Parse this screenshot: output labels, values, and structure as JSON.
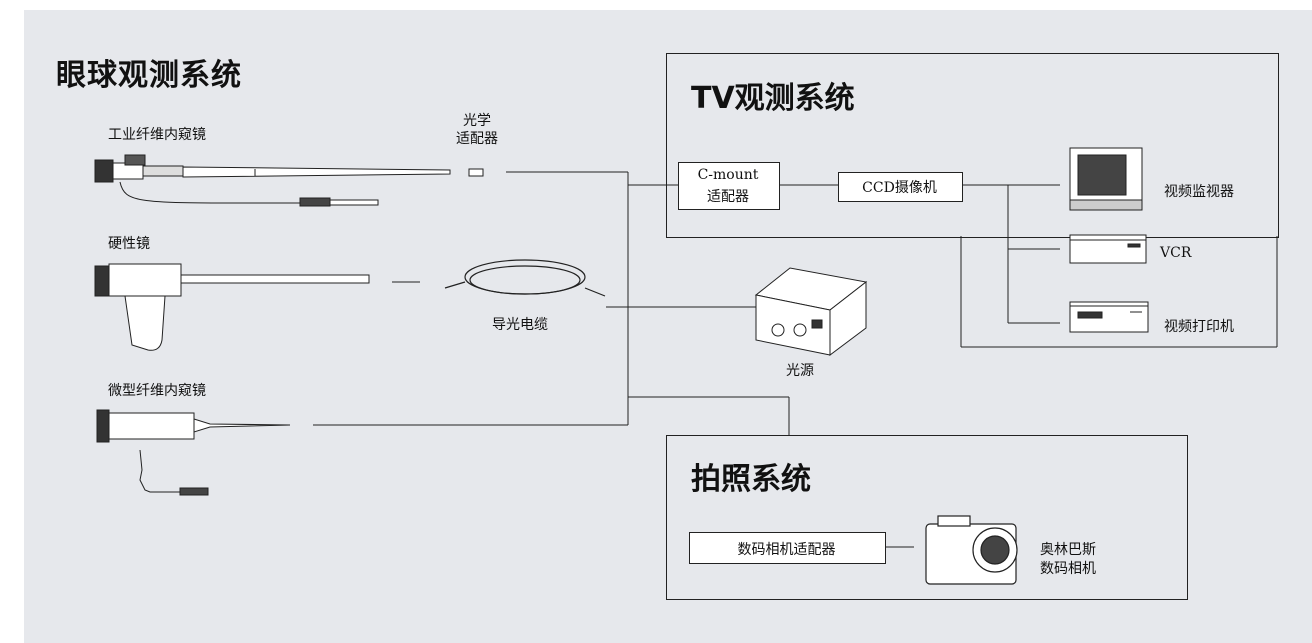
{
  "titles": {
    "main": "眼球观测系统",
    "tv": "TV观测系统",
    "photo": "拍照系统"
  },
  "labels": {
    "industrial_fiberscope": "工业纤维内窥镜",
    "optical_adapter_1": "光学",
    "optical_adapter_2": "适配器",
    "rigid_scope": "硬性镜",
    "light_guide": "导光电缆",
    "micro_fiberscope": "微型纤维内窥镜",
    "light_source": "光源",
    "cmount_1": "C-mount",
    "cmount_2": "适配器",
    "ccd_camera": "CCD摄像机",
    "video_monitor": "视频监视器",
    "vcr": "VCR",
    "video_printer": "视频打印机",
    "camera_adapter": "数码相机适配器",
    "olympus_camera_1": "奥林巴斯",
    "olympus_camera_2": "数码相机"
  },
  "colors": {
    "panel_bg": "#e6e8ec",
    "line": "#222222"
  }
}
